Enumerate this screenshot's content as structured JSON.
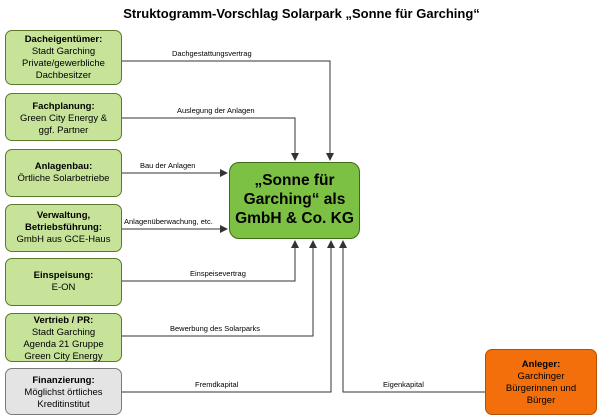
{
  "title": "Struktogramm-Vorschlag Solarpark „Sonne für Garching“",
  "center": {
    "lines": [
      "„Sonne für",
      "Garching“ als",
      "GmbH & Co. KG"
    ]
  },
  "boxes": [
    {
      "heading": "Dacheigentümer:",
      "lines": [
        "Stadt Garching",
        "Private/gewerbliche",
        "Dachbesitzer"
      ],
      "arrow_label": "Dachgestattungsvertrag",
      "color": "#c7e39a"
    },
    {
      "heading": "Fachplanung:",
      "lines": [
        "Green City Energy &",
        "ggf. Partner"
      ],
      "arrow_label": "Auslegung der Anlagen",
      "color": "#c7e39a"
    },
    {
      "heading": "Anlagenbau:",
      "lines": [
        "Örtliche Solarbetriebe"
      ],
      "arrow_label": "Bau der Anlagen",
      "color": "#c7e39a"
    },
    {
      "heading": "Verwaltung,",
      "lines": [
        "Betriebsführung:",
        "GmbH aus GCE-Haus"
      ],
      "arrow_label": "Anlagenüberwachung, etc.",
      "color": "#c7e39a"
    },
    {
      "heading": "Einspeisung:",
      "lines": [
        "E-ON"
      ],
      "arrow_label": "Einspeisevertrag",
      "color": "#c7e39a"
    },
    {
      "heading": "Vertrieb / PR:",
      "lines": [
        "Stadt Garching",
        "Agenda 21 Gruppe",
        "Green City Energy"
      ],
      "arrow_label": "Bewerbung des Solarparks",
      "color": "#c7e39a"
    },
    {
      "heading": "Finanzierung:",
      "lines": [
        "Möglichst örtliches",
        "Kreditinstitut"
      ],
      "arrow_label": "Fremdkapital",
      "color": "#e4e4e4"
    }
  ],
  "investor": {
    "heading": "Anleger:",
    "lines": [
      "Garchinger",
      "Bürgerinnen und",
      "Bürger"
    ],
    "arrow_label": "Eigenkapital",
    "color": "#f26f0c"
  }
}
